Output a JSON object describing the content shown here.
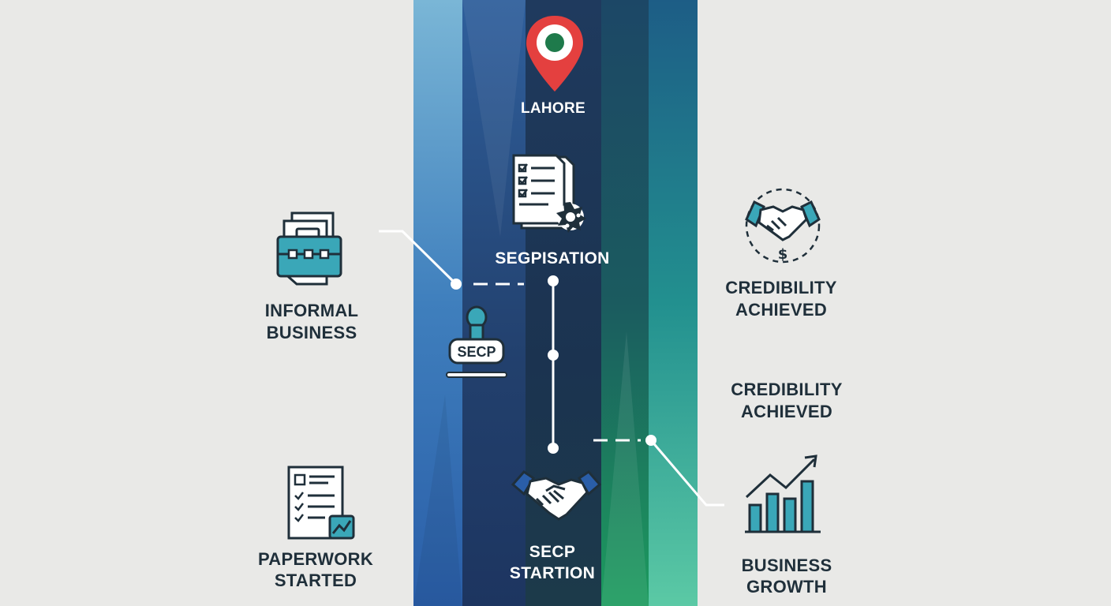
{
  "colors": {
    "background": "#e9e9e7",
    "teal": "#3aa7b8",
    "navy": "#1f2f3a",
    "pin_red": "#e4403f",
    "pin_green": "#1e7a4b",
    "band_top_left": "#7ab6d6",
    "band_bottom_right": "#5bc9a5"
  },
  "center": {
    "location": "LAHORE",
    "step_registration": "SEGPISATION",
    "stamp_text": "SECP",
    "step_station_line1": "SECP",
    "step_station_line2": "STARTION"
  },
  "left": {
    "informal_line1": "INFORMAL",
    "informal_line2": "BUSINESS",
    "paperwork_line1": "PAPERWORK",
    "paperwork_line2": "STARTED"
  },
  "right": {
    "credibility_line1": "CREDIBILITY",
    "credibility_line2": "ACHIEVED",
    "credibility2_line1": "CREDIBILITY",
    "credibility2_line2": "ACHIEVED",
    "growth_line1": "BUSINESS",
    "growth_line2": "GROWTH",
    "coin_symbol": "$"
  }
}
